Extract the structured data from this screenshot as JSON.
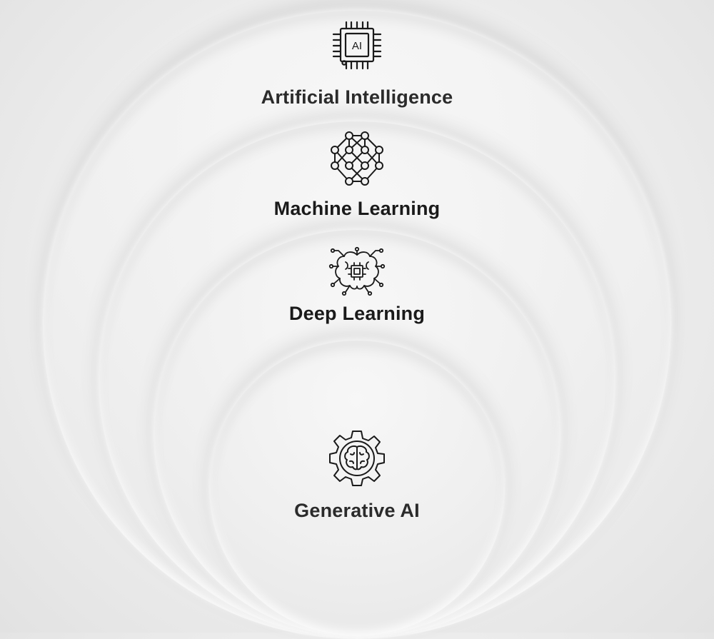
{
  "diagram": {
    "layers": [
      {
        "label": "Artificial Intelligence",
        "icon": "ai-chip-icon"
      },
      {
        "label": "Machine Learning",
        "icon": "neural-network-icon"
      },
      {
        "label": "Deep Learning",
        "icon": "brain-circuit-icon"
      },
      {
        "label": "Generative AI",
        "icon": "gear-brain-icon"
      }
    ],
    "ai_chip_text": "AI",
    "colors": {
      "background": "#ececec",
      "text": "#1a1a1a",
      "icon_stroke": "#1a1a1a"
    }
  }
}
